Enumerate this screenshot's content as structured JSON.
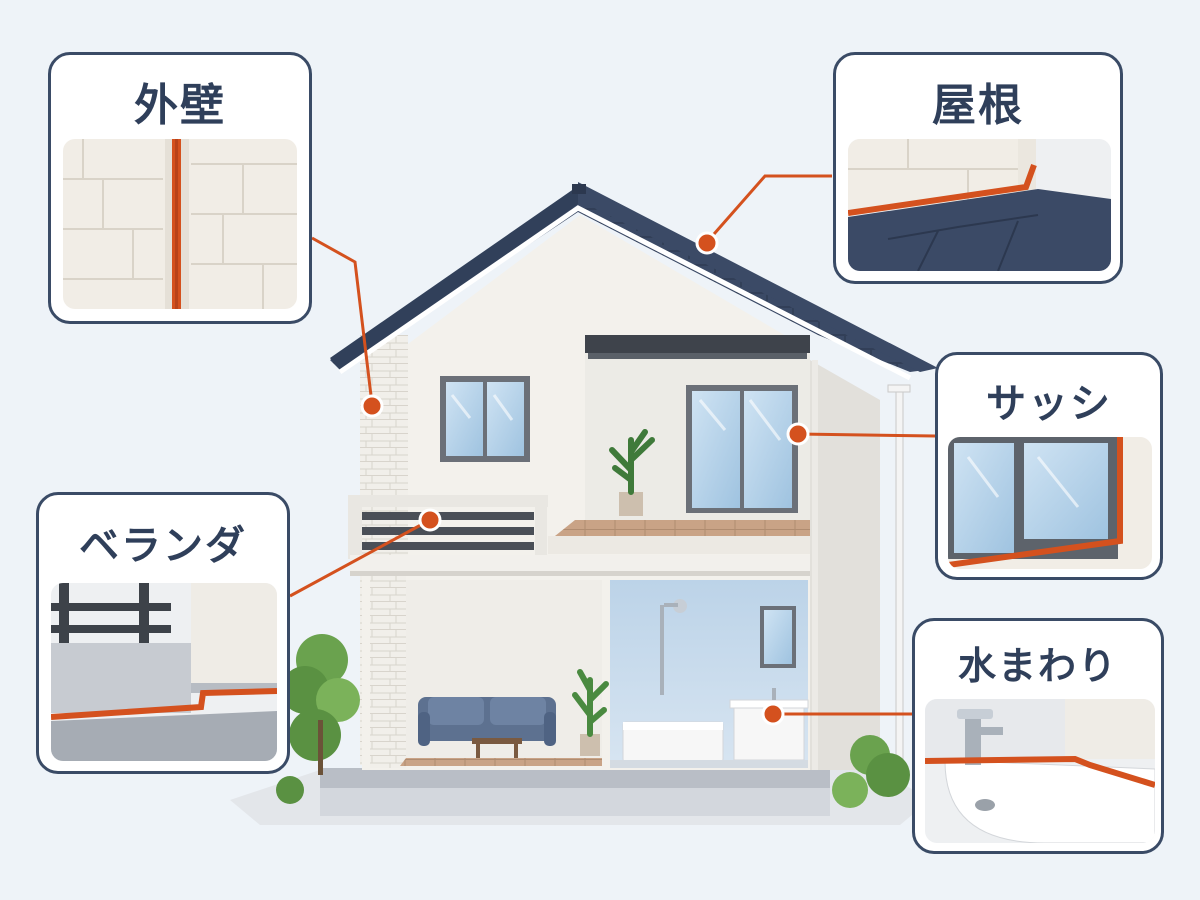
{
  "callouts": {
    "exterior_wall": {
      "label": "外壁"
    },
    "roof": {
      "label": "屋根"
    },
    "sash": {
      "label": "サッシ"
    },
    "veranda": {
      "label": "ベランダ"
    },
    "plumbing": {
      "label": "水まわり"
    }
  },
  "colors": {
    "accent": "#d4511e",
    "card_border": "#3a4b66",
    "label_text": "#2f3f5a",
    "roof": "#3b4a66",
    "wall": "#f3f1ec",
    "background": "#eef3f8"
  },
  "icons": {
    "marker": "callout-dot-icon",
    "sealant": "sealant-line-icon"
  }
}
